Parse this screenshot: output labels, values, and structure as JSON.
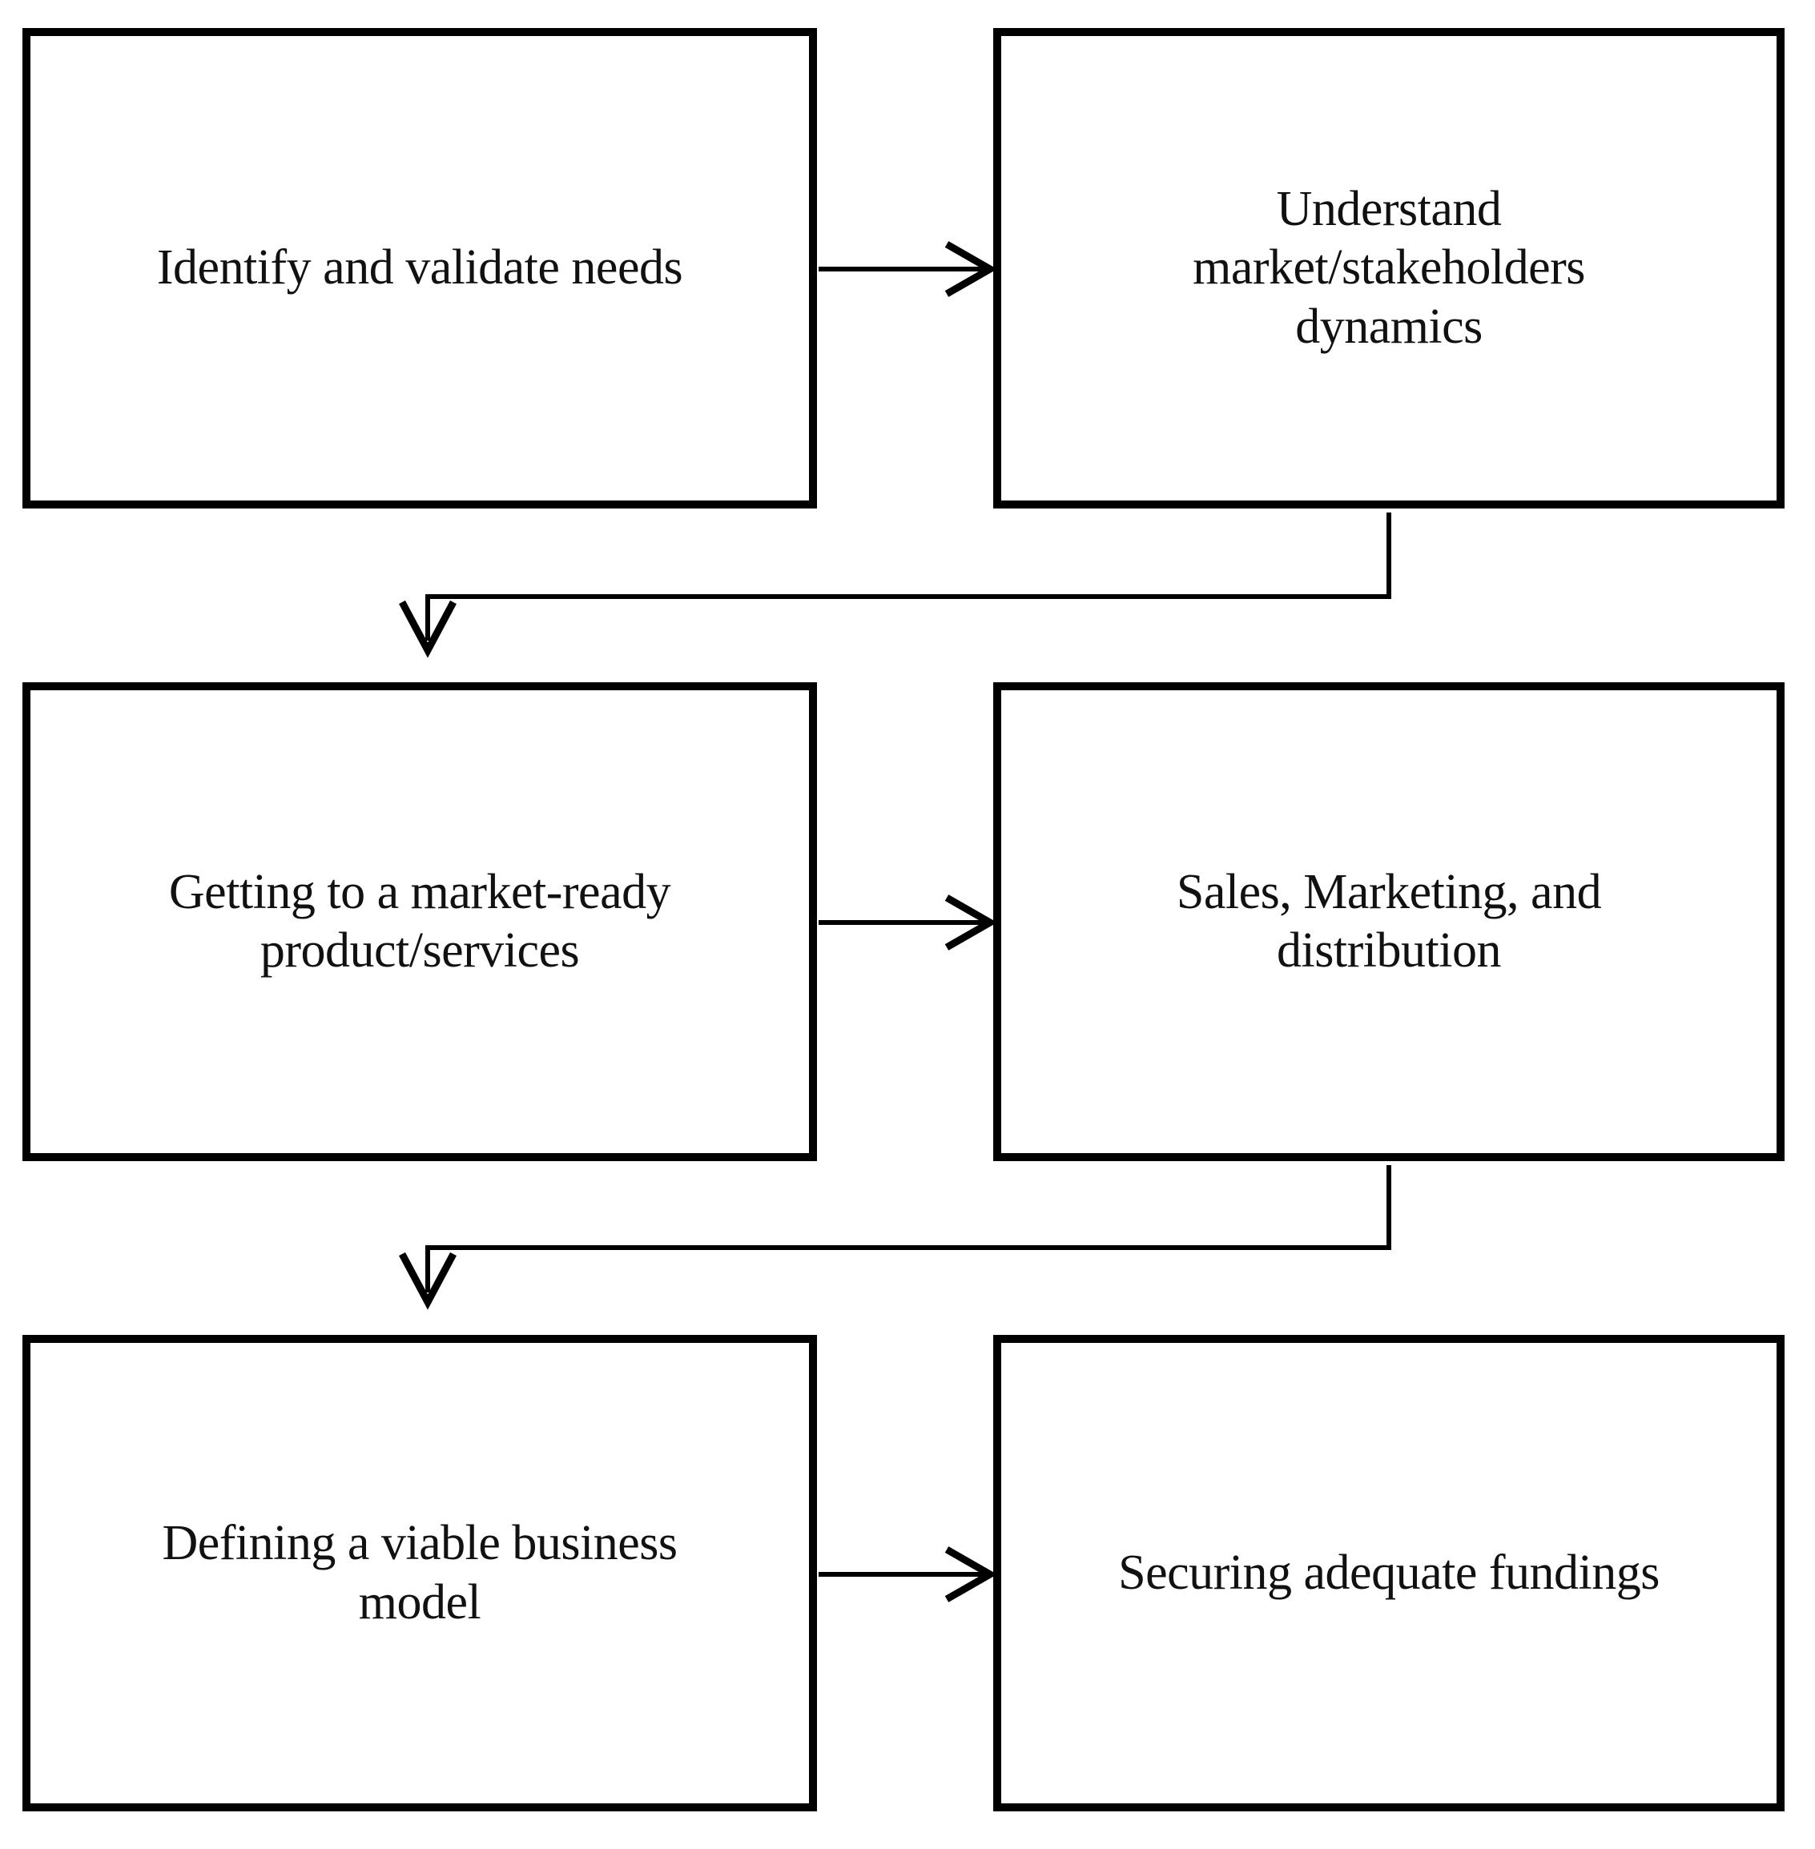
{
  "diagram": {
    "type": "flowchart",
    "orientation": "2-column snake / serpentine",
    "background_color": "#FFFFFF",
    "box_border_color": "#000000",
    "connector_color": "#000000",
    "nodes": [
      {
        "id": "n1",
        "label": "Identify and validate needs",
        "row": 1,
        "col": "left"
      },
      {
        "id": "n2",
        "label": "Understand\nmarket/stakeholders\ndynamics",
        "row": 1,
        "col": "right"
      },
      {
        "id": "n3",
        "label": "Getting to a  market-ready\nproduct/services",
        "row": 2,
        "col": "left"
      },
      {
        "id": "n4",
        "label": "Sales, Marketing, and\ndistribution",
        "row": 2,
        "col": "right"
      },
      {
        "id": "n5",
        "label": "Defining a viable business\nmodel",
        "row": 3,
        "col": "left"
      },
      {
        "id": "n6",
        "label": "Securing adequate fundings",
        "row": 3,
        "col": "right"
      }
    ],
    "edges": [
      {
        "id": "e1",
        "from": "n1",
        "to": "n2",
        "style": "straight-horizontal",
        "arrowhead": "open-chevron"
      },
      {
        "id": "e2",
        "from": "n2",
        "to": "n3",
        "style": "elbow-down-left-down",
        "arrowhead": "open-chevron"
      },
      {
        "id": "e3",
        "from": "n3",
        "to": "n4",
        "style": "straight-horizontal",
        "arrowhead": "open-chevron"
      },
      {
        "id": "e4",
        "from": "n4",
        "to": "n5",
        "style": "elbow-down-left-down",
        "arrowhead": "open-chevron"
      },
      {
        "id": "e5",
        "from": "n5",
        "to": "n6",
        "style": "straight-horizontal",
        "arrowhead": "open-chevron"
      }
    ]
  }
}
